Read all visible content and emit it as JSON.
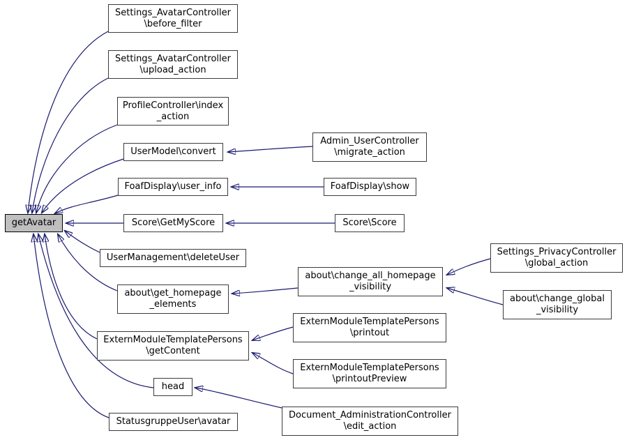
{
  "diagram": {
    "kind": "doxygen-call-graph",
    "focus_function": "getAvatar",
    "edge_color": "#191970",
    "node_border_color": "#3b3b3b",
    "highlight_fill": "#bfbfbf",
    "background": "#ffffff",
    "nodes": [
      {
        "id": "getAvatar",
        "label": "getAvatar",
        "highlight": true
      },
      {
        "id": "before_filter",
        "label": "Settings_AvatarController\n\\before_filter"
      },
      {
        "id": "upload_action",
        "label": "Settings_AvatarController\n\\upload_action"
      },
      {
        "id": "index_action",
        "label": "ProfileController\\index\n_action"
      },
      {
        "id": "convert",
        "label": "UserModel\\convert"
      },
      {
        "id": "user_info",
        "label": "FoafDisplay\\user_info"
      },
      {
        "id": "getmyscore",
        "label": "Score\\GetMyScore"
      },
      {
        "id": "deleteuser",
        "label": "UserManagement\\deleteUser"
      },
      {
        "id": "get_homepage_elements",
        "label": "about\\get_homepage\n_elements"
      },
      {
        "id": "getcontent",
        "label": "ExternModuleTemplatePersons\n\\getContent"
      },
      {
        "id": "head",
        "label": "head"
      },
      {
        "id": "statusgruppe_avatar",
        "label": "StatusgruppeUser\\avatar"
      },
      {
        "id": "migrate_action",
        "label": "Admin_UserController\n\\migrate_action"
      },
      {
        "id": "foaf_show",
        "label": "FoafDisplay\\show"
      },
      {
        "id": "score_score",
        "label": "Score\\Score"
      },
      {
        "id": "change_all_homepage_visibility",
        "label": "about\\change_all_homepage\n_visibility"
      },
      {
        "id": "global_action",
        "label": "Settings_PrivacyController\n\\global_action"
      },
      {
        "id": "change_global_visibility",
        "label": "about\\change_global\n_visibility"
      },
      {
        "id": "printout",
        "label": "ExternModuleTemplatePersons\n\\printout"
      },
      {
        "id": "printout_preview",
        "label": "ExternModuleTemplatePersons\n\\printoutPreview"
      },
      {
        "id": "edit_action",
        "label": "Document_AdministrationController\n\\edit_action"
      }
    ],
    "edges": [
      {
        "from": "before_filter",
        "to": "getAvatar"
      },
      {
        "from": "upload_action",
        "to": "getAvatar"
      },
      {
        "from": "index_action",
        "to": "getAvatar"
      },
      {
        "from": "convert",
        "to": "getAvatar"
      },
      {
        "from": "user_info",
        "to": "getAvatar"
      },
      {
        "from": "getmyscore",
        "to": "getAvatar"
      },
      {
        "from": "deleteuser",
        "to": "getAvatar"
      },
      {
        "from": "get_homepage_elements",
        "to": "getAvatar"
      },
      {
        "from": "getcontent",
        "to": "getAvatar"
      },
      {
        "from": "head",
        "to": "getAvatar"
      },
      {
        "from": "statusgruppe_avatar",
        "to": "getAvatar"
      },
      {
        "from": "migrate_action",
        "to": "convert"
      },
      {
        "from": "foaf_show",
        "to": "user_info"
      },
      {
        "from": "score_score",
        "to": "getmyscore"
      },
      {
        "from": "change_all_homepage_visibility",
        "to": "get_homepage_elements"
      },
      {
        "from": "global_action",
        "to": "change_all_homepage_visibility"
      },
      {
        "from": "change_global_visibility",
        "to": "change_all_homepage_visibility"
      },
      {
        "from": "printout",
        "to": "getcontent"
      },
      {
        "from": "printout_preview",
        "to": "getcontent"
      },
      {
        "from": "edit_action",
        "to": "head"
      }
    ]
  }
}
